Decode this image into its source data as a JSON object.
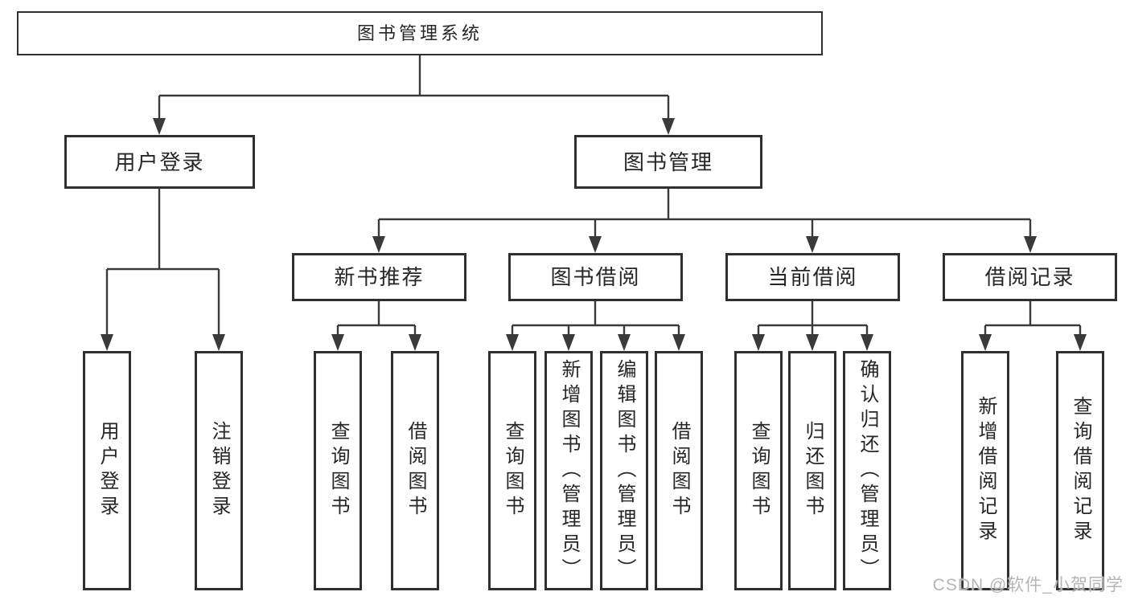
{
  "diagram_title": "图书管理系统",
  "colors": {
    "line": "#3a3a3a",
    "box-border": "#2f2f2f",
    "text": "#262626",
    "background": "#ffffff",
    "watermark": "#b3b6b9"
  },
  "nodes": {
    "root": {
      "label": "图书管理系统"
    },
    "user_login": {
      "label": "用户登录"
    },
    "book_management": {
      "label": "图书管理"
    },
    "new_book_recommend": {
      "label": "新书推荐"
    },
    "book_borrow": {
      "label": "图书借阅"
    },
    "current_borrow": {
      "label": "当前借阅"
    },
    "borrow_records": {
      "label": "借阅记录"
    },
    "leaves": {
      "user_login": {
        "label": "用户登录"
      },
      "logout": {
        "label": "注销登录"
      },
      "nbr_query_books": {
        "label": "查询图书"
      },
      "nbr_borrow_books": {
        "label": "借阅图书"
      },
      "bb_query_books": {
        "label": "查询图书"
      },
      "bb_add_books": {
        "label": "新增图书（管理员）"
      },
      "bb_edit_books": {
        "label": "编辑图书（管理员）"
      },
      "bb_borrow_books": {
        "label": "借阅图书"
      },
      "cb_query_books": {
        "label": "查询图书"
      },
      "cb_return_books": {
        "label": "归还图书"
      },
      "cb_confirm_return": {
        "label": "确认归还（管理员）"
      },
      "br_add_record": {
        "label": "新增借阅记录"
      },
      "br_query_record": {
        "label": "查询借阅记录"
      }
    }
  },
  "hierarchy": {
    "图书管理系统": {
      "用户登录": [
        "用户登录",
        "注销登录"
      ],
      "图书管理": {
        "新书推荐": [
          "查询图书",
          "借阅图书"
        ],
        "图书借阅": [
          "查询图书",
          "新增图书（管理员）",
          "编辑图书（管理员）",
          "借阅图书"
        ],
        "当前借阅": [
          "查询图书",
          "归还图书",
          "确认归还（管理员）"
        ],
        "借阅记录": [
          "新增借阅记录",
          "查询借阅记录"
        ]
      }
    }
  },
  "watermark": {
    "text": "CSDN @软件_小贺同学"
  }
}
